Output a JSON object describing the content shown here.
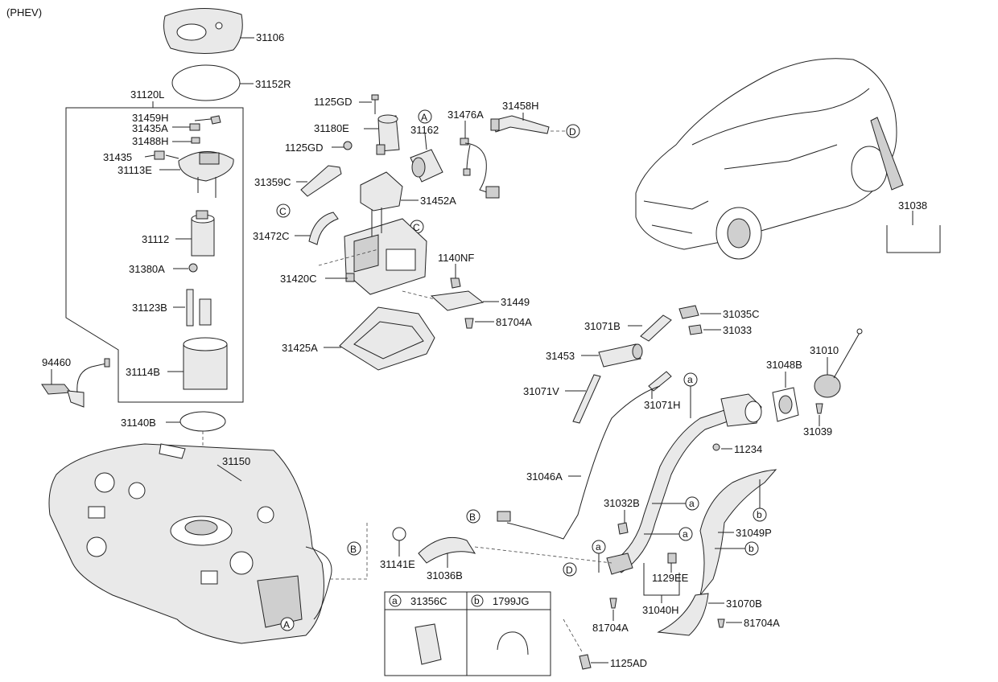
{
  "variant_label": "(PHEV)",
  "part_labels": {
    "p31106": "31106",
    "p31152R": "31152R",
    "p31120L": "31120L",
    "p31459H": "31459H",
    "p31435A": "31435A",
    "p31488H": "31488H",
    "p31435": "31435",
    "p31113E": "31113E",
    "p31112": "31112",
    "p31380A": "31380A",
    "p31123B": "31123B",
    "p31114B": "31114B",
    "p94460": "94460",
    "p31140B": "31140B",
    "p31150": "31150",
    "p1125GD_top": "1125GD",
    "p31180E": "31180E",
    "p1125GD_mid": "1125GD",
    "p31162": "31162",
    "p31476A": "31476A",
    "p31458H": "31458H",
    "p31359C": "31359C",
    "p31452A": "31452A",
    "p31472C": "31472C",
    "p1140NF": "1140NF",
    "p31420C": "31420C",
    "p31449": "31449",
    "p81704A_a": "81704A",
    "p31425A": "31425A",
    "p31038": "31038",
    "p31035C": "31035C",
    "p31071B": "31071B",
    "p31033": "31033",
    "p31453": "31453",
    "p31010": "31010",
    "p31048B": "31048B",
    "p31071V": "31071V",
    "p31071H": "31071H",
    "p31039": "31039",
    "p11234": "11234",
    "p31046A": "31046A",
    "p31032B": "31032B",
    "p31049P": "31049P",
    "p31141E": "31141E",
    "p31036B": "31036B",
    "p1129EE": "1129EE",
    "p31040H": "31040H",
    "p31070B": "31070B",
    "p81704A_b": "81704A",
    "p81704A_c": "81704A",
    "p1125AD": "1125AD"
  },
  "ref_markers": {
    "A": "A",
    "B": "B",
    "C": "C",
    "D": "D",
    "a": "a",
    "b": "b"
  },
  "legend": {
    "a_key": "a",
    "a_part": "31356C",
    "b_key": "b",
    "b_part": "1799JG"
  }
}
